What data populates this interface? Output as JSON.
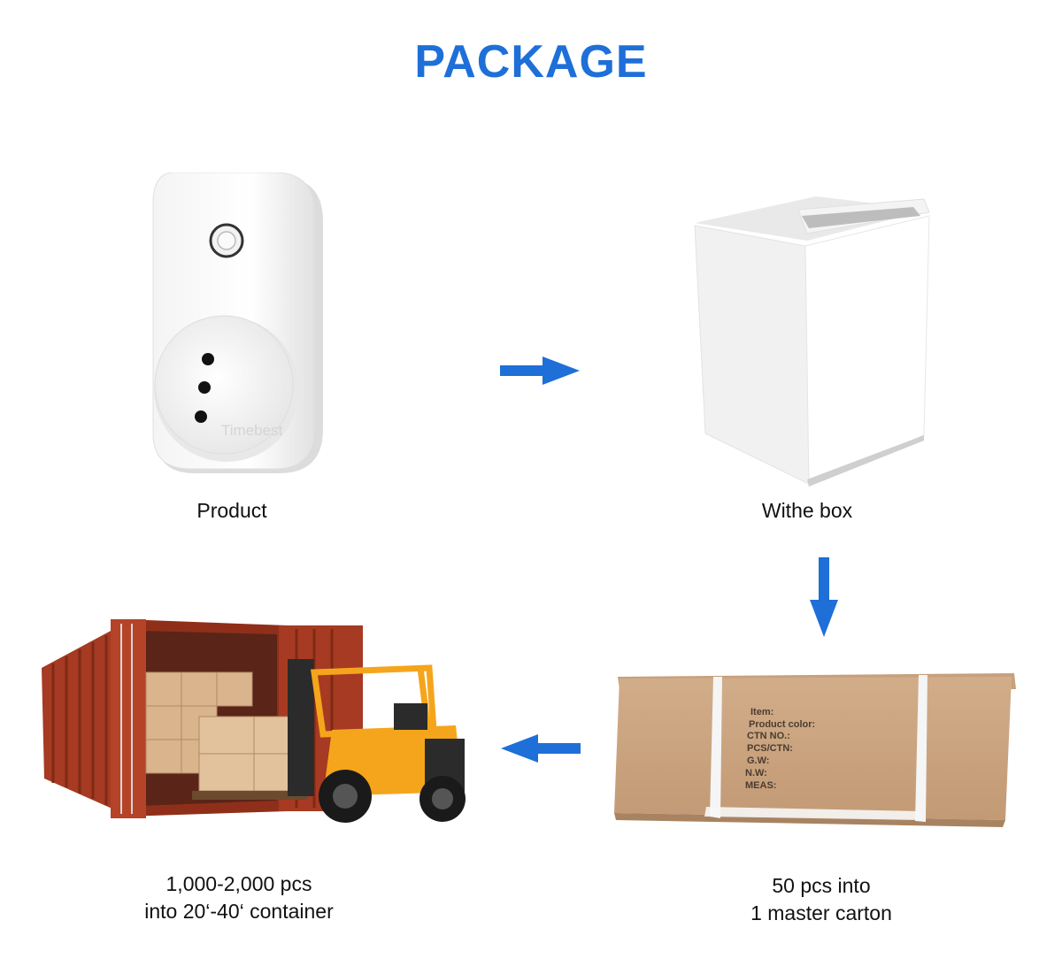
{
  "header": {
    "title": "PACKAGE"
  },
  "steps": [
    {
      "id": "product",
      "caption_lines": [
        "Product"
      ],
      "logo_text": "Timebest"
    },
    {
      "id": "white-box",
      "caption_lines": [
        "Withe box"
      ]
    },
    {
      "id": "master-carton",
      "caption_lines": [
        "50 pcs into",
        "1 master carton"
      ],
      "carton_label_lines": [
        "Item:",
        "Product color:",
        "CTN NO.:",
        "PCS/CTN:",
        "G.W:",
        "N.W:",
        "MEAS:"
      ]
    },
    {
      "id": "container",
      "caption_lines": [
        "1,000-2,000 pcs",
        "into 20‘-40‘ container"
      ]
    }
  ],
  "colors": {
    "accent": "#1e6fd8",
    "container": "#a63a22",
    "forklift": "#f5a51b",
    "carton": "#c9a27f"
  },
  "icons": [
    "arrow-right-icon",
    "arrow-down-icon",
    "arrow-left-icon"
  ]
}
